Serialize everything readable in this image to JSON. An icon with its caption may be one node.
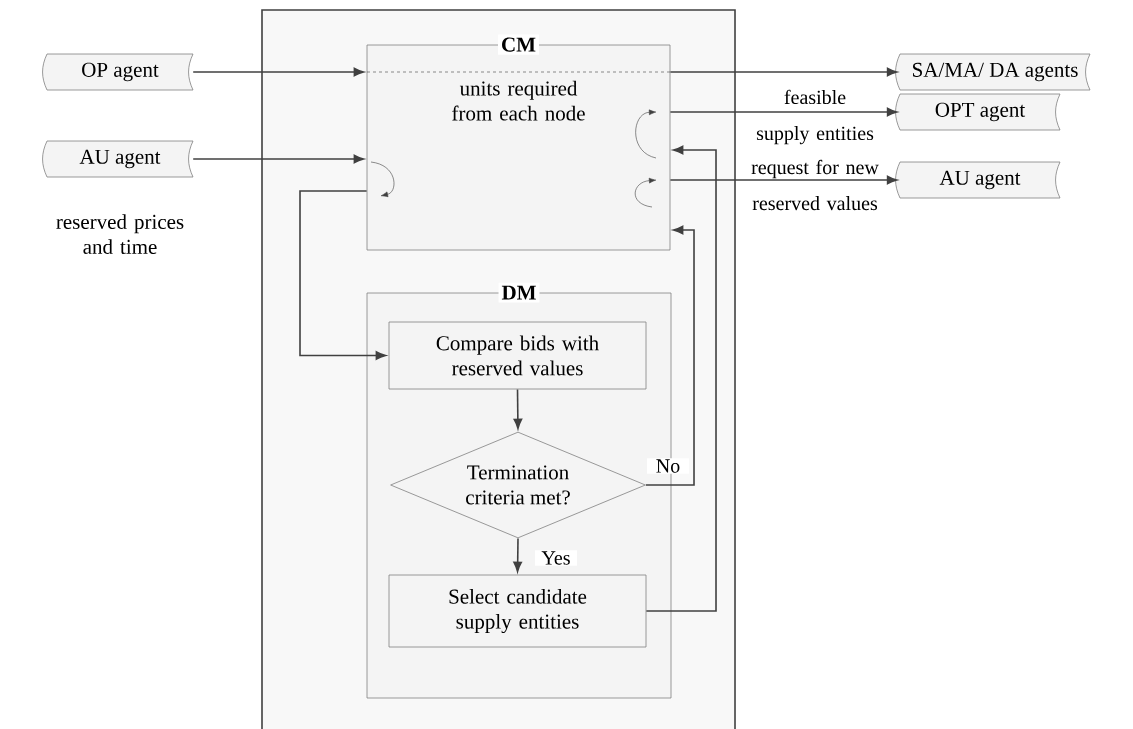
{
  "diagram": {
    "nodes": [
      {
        "text": [],
        "shape": "box"
      },
      {
        "text": [
          "CM",
          "units required from each node"
        ],
        "in": 0
      },
      {
        "text": [
          "DM"
        ],
        "in": 0
      },
      {
        "text": [
          "Compare bids with reserved values"
        ],
        "in": 2
      },
      {
        "text": [
          "Termination criteria met?"
        ],
        "in": 2
      },
      {
        "text": [
          "Select candidate supply entities"
        ],
        "in": 2
      },
      {
        "text": [
          "OP agent"
        ]
      },
      {
        "text": [
          "AU agent"
        ],
        "beside": [
          "reserved prices and time"
        ]
      },
      {
        "text": [
          "SA/MA/ DA agents"
        ]
      },
      {
        "text": [
          "OPT agent"
        ]
      },
      {
        "text": [
          "AU agent"
        ]
      }
    ],
    "edges": [
      {
        "from": 6,
        "to": 1,
        "arrow": "to"
      },
      {
        "from": 1,
        "to": 8,
        "arrow": "to"
      },
      {
        "from": 7,
        "to": 1,
        "arrow": "to"
      },
      {
        "from": 1,
        "to": 3,
        "arrow": "to"
      },
      {
        "from": 3,
        "to": 4,
        "arrow": "to"
      },
      {
        "from": 4,
        "to": 5,
        "arrow": "to",
        "label": "Yes"
      },
      {
        "from": 4,
        "to": 1,
        "arrow": "to",
        "label": "No"
      },
      {
        "from": 5,
        "to": 1,
        "arrow": "to"
      },
      {
        "from": 1,
        "to": 9,
        "arrow": "to",
        "label": "feasible supply entities"
      },
      {
        "from": 1,
        "to": 10,
        "arrow": "to",
        "label": "request for new reserved values"
      }
    ]
  }
}
